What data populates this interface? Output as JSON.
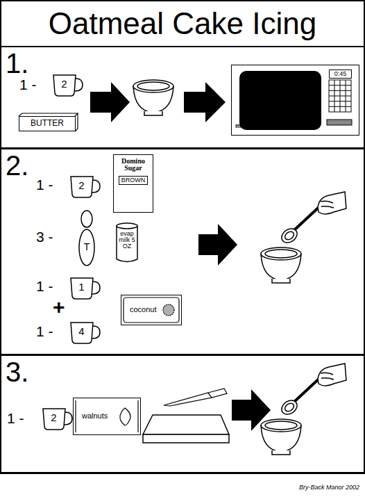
{
  "diagram": {
    "title": "Oatmeal Cake Icing",
    "nodes": [
      {
        "text": [
          "1."
        ]
      },
      {
        "text": [
          "2"
        ],
        "in": 0
      },
      {
        "text": [
          "BUTTER"
        ],
        "in": 0
      },
      {
        "text": [
          "microwave"
        ],
        "in": 0
      },
      {
        "text": [
          "0:45"
        ],
        "in": 3
      },
      {
        "text": [
          "2."
        ]
      },
      {
        "text": [
          "2"
        ],
        "in": 5
      },
      {
        "text": [
          "Domino Sugar"
        ],
        "in": 5
      },
      {
        "text": [
          "BROWN"
        ],
        "in": 7
      },
      {
        "text": [
          "T"
        ],
        "in": 5
      },
      {
        "text": [
          "evap milk 5 OZ"
        ],
        "in": 5
      },
      {
        "text": [
          "1"
        ],
        "in": 5
      },
      {
        "text": [
          "coconut"
        ],
        "in": 5
      },
      {
        "text": [
          "4"
        ],
        "in": 5
      },
      {
        "text": [
          "3."
        ]
      },
      {
        "text": [
          "2"
        ],
        "in": 14
      },
      {
        "text": [
          "walnuts"
        ],
        "in": 14
      },
      {
        "text": [
          "Bry-Back Manor 2002"
        ]
      }
    ],
    "labels": [
      "1 -",
      "1 -",
      "3 -",
      "1 -",
      "+",
      "1 -",
      "1 -"
    ]
  }
}
